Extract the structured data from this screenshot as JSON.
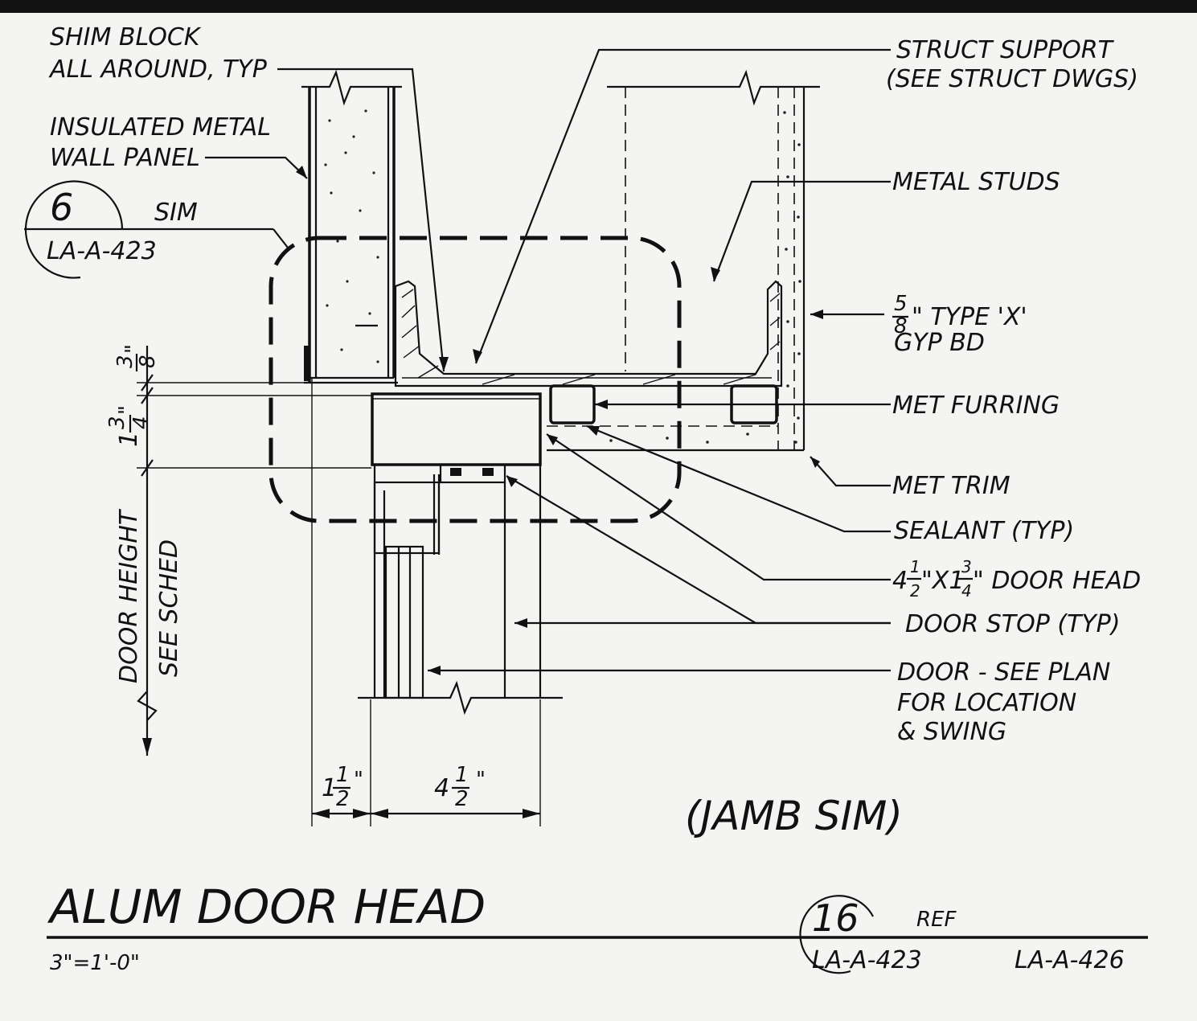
{
  "title": "ALUM DOOR HEAD",
  "scale": "3\"=1'-0\"",
  "note_jamb": "(JAMB SIM)",
  "detail_ref_top": {
    "number": "6",
    "suffix": "SIM",
    "sheet": "LA-A-423"
  },
  "detail_ref_bottom": {
    "number": "16",
    "suffix": "REF",
    "sheet": "LA-A-423",
    "sheet2": "LA-A-426"
  },
  "labels": {
    "shim_1": "SHIM BLOCK",
    "shim_2": "ALL AROUND, TYP",
    "panel_1": "INSULATED METAL",
    "panel_2": "WALL PANEL",
    "struct_1": "STRUCT SUPPORT",
    "struct_2": "(SEE STRUCT DWGS)",
    "studs": "METAL  STUDS",
    "gyp_frac_num": "5",
    "gyp_frac_den": "8",
    "gyp_1": "\" TYPE 'X'",
    "gyp_2": "GYP BD",
    "furring": "MET FURRING",
    "trim": "MET TRIM",
    "sealant": "SEALANT  (TYP)",
    "head_a": "4",
    "head_a_num": "1",
    "head_a_den": "2",
    "head_b": "\"X1",
    "head_b_num": "3",
    "head_b_den": "4",
    "head_c": "\" DOOR HEAD",
    "stop": "DOOR STOP  (TYP)",
    "door_1": "DOOR  -  SEE PLAN",
    "door_2": "FOR LOCATION",
    "door_3": "& SWING"
  },
  "dimensions": {
    "v1_num": "3",
    "v1_den": "8",
    "v1_unit": "\"",
    "v2_whole": "1",
    "v2_num": "3",
    "v2_den": "4",
    "v2_unit": "\"",
    "v3_1": "DOOR HEIGHT",
    "v3_2": "SEE SCHED",
    "h1_whole": "1",
    "h1_num": "1",
    "h1_den": "2",
    "h1_unit": "\"",
    "h2_whole": "4",
    "h2_num": "1",
    "h2_den": "2",
    "h2_unit": "\""
  }
}
